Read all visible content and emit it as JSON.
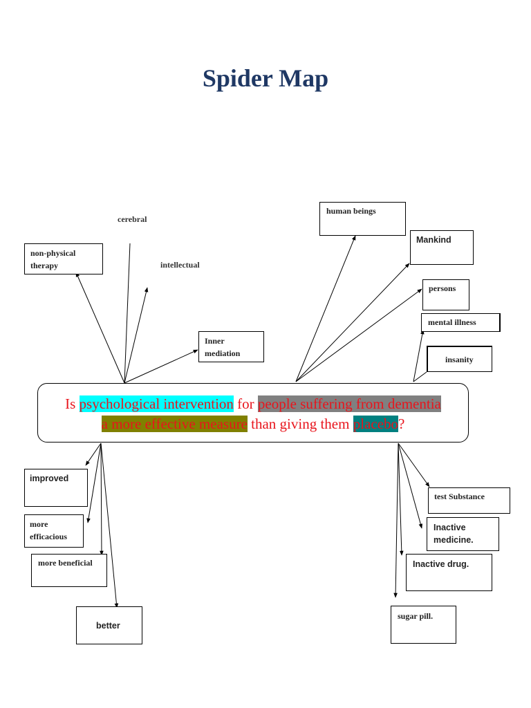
{
  "title": "Spider Map",
  "central": {
    "w1": "Is",
    "h1": "psychological intervention",
    "w2": "for",
    "h2": "people suffering from dementia",
    "h3": "a more effective measure",
    "w3": "than giving them",
    "h4": "placebo",
    "w4": "?"
  },
  "free_words": {
    "cerebral": "cerebral",
    "intellectual": "intellectual"
  },
  "boxes": {
    "non_physical_therapy": "non-physical therapy",
    "inner_mediation": "Inner mediation",
    "human_beings": "human beings",
    "mankind": "Mankind",
    "persons": "persons",
    "mental_illness": "mental illness",
    "insanity": "insanity",
    "improved": "improved",
    "more_efficacious": "more efficacious",
    "more_beneficial": "more beneficial",
    "better": "better",
    "test_substance": "test Substance",
    "inactive_medicine": "Inactive medicine.",
    "inactive_drug": "Inactive drug.",
    "sugar_pill": "sugar pill."
  }
}
